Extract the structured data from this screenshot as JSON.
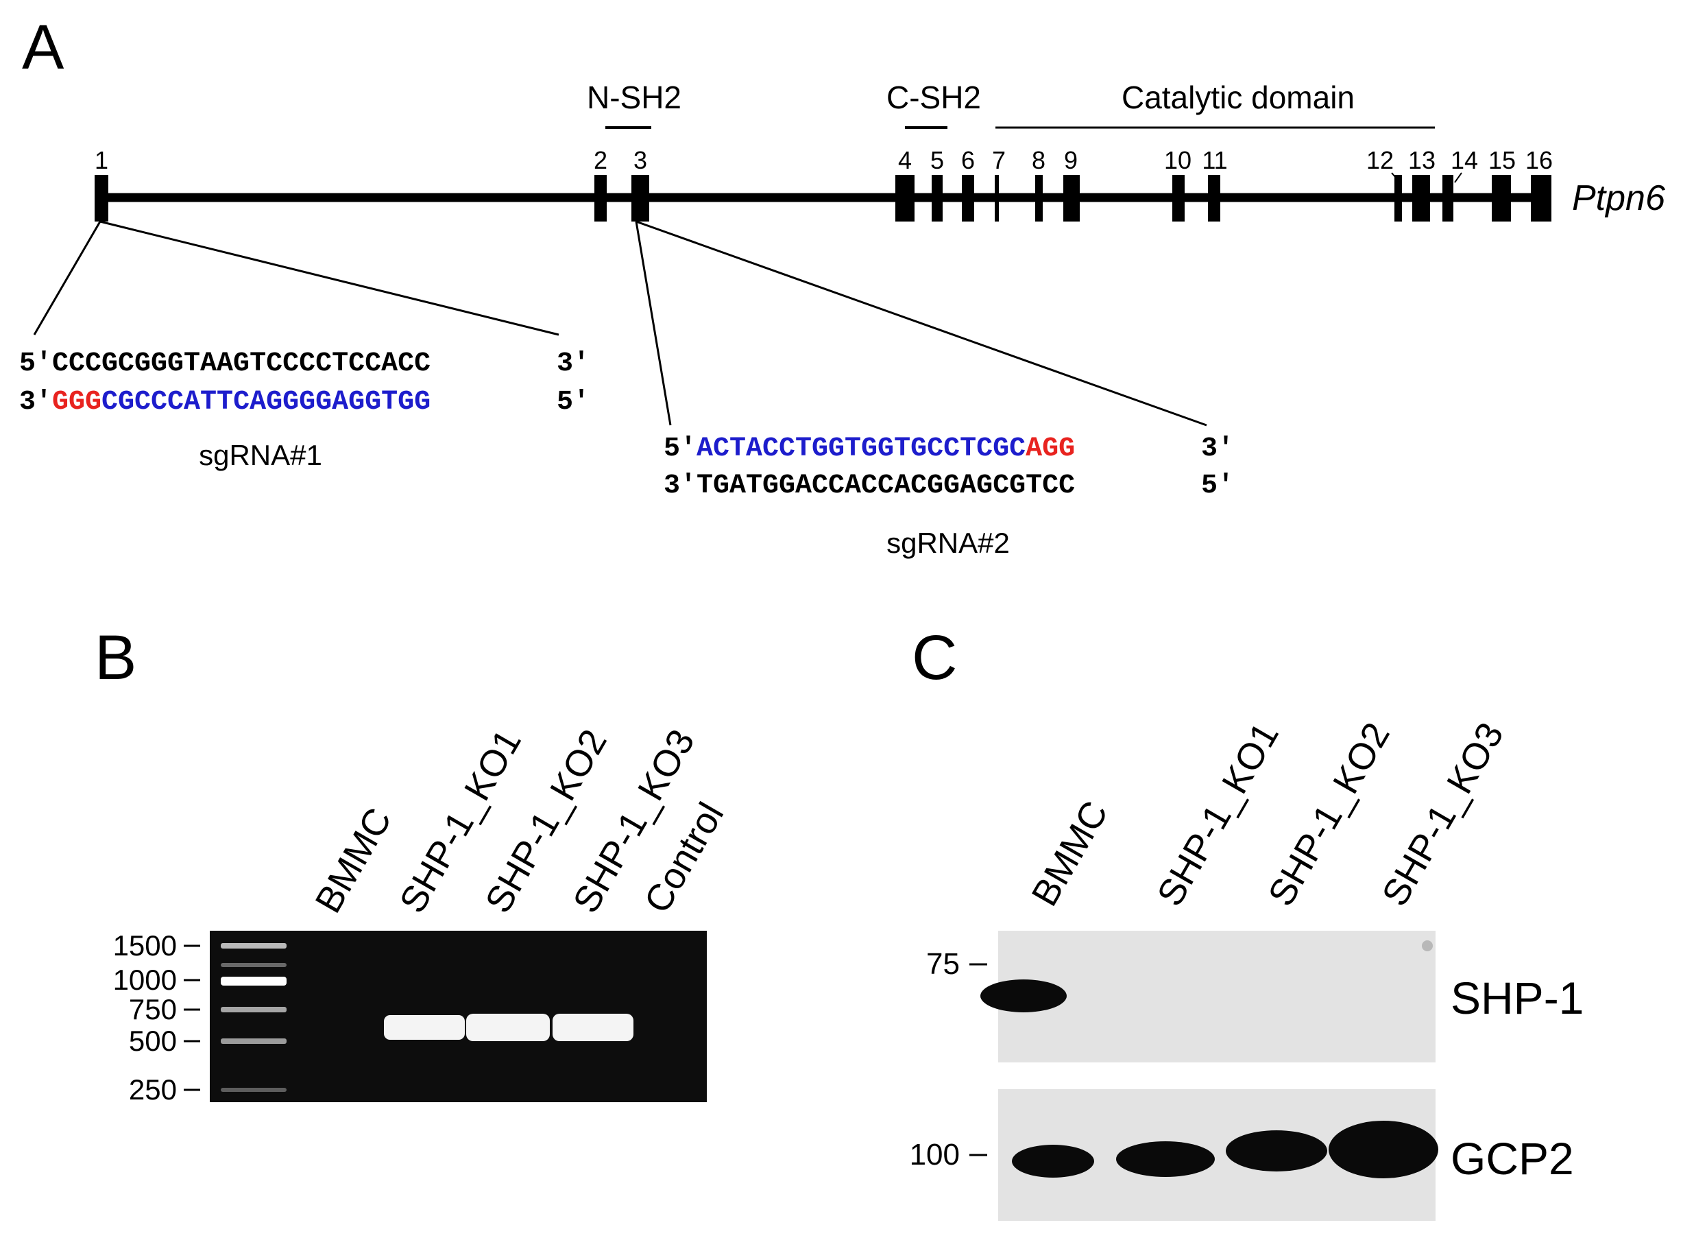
{
  "panel_a": {
    "letter": "A",
    "gene_name": "Ptpn6",
    "domains": [
      {
        "label": "N-SH2"
      },
      {
        "label": "C-SH2"
      },
      {
        "label": "Catalytic domain"
      }
    ],
    "exon_numbers": [
      "1",
      "2",
      "3",
      "4",
      "5",
      "6",
      "7",
      "8",
      "9",
      "10",
      "11",
      "12",
      "13",
      "14",
      "15",
      "16"
    ],
    "sgrna1": {
      "top": {
        "prefix": "5'",
        "seq": "CCCGCGGGTAAGTCCCCTCCACC",
        "suffix": "3'"
      },
      "bottom": {
        "prefix": "3'",
        "pam": "GGG",
        "seq": "CGCCCATTCAGGGGAGGTGG",
        "suffix": "5'"
      },
      "label": "sgRNA#1"
    },
    "sgrna2": {
      "top": {
        "prefix": "5'",
        "seq": "ACTACCTGGTGGTGCCTCGC",
        "pam": "AGG",
        "suffix": "3'"
      },
      "bottom": {
        "prefix": "3'",
        "seq": "TGATGGACCACCACGGAGCGTCC",
        "suffix": "5'"
      },
      "label": "sgRNA#2"
    }
  },
  "panel_b": {
    "letter": "B",
    "lanes": [
      "BMMC",
      "SHP-1_KO1",
      "SHP-1_KO2",
      "SHP-1_KO3",
      "Control"
    ],
    "ladder": [
      "1500",
      "1000",
      "750",
      "500",
      "250"
    ]
  },
  "panel_c": {
    "letter": "C",
    "lanes": [
      "BMMC",
      "SHP-1_KO1",
      "SHP-1_KO2",
      "SHP-1_KO3"
    ],
    "blots": [
      {
        "name": "SHP-1",
        "marker": "75"
      },
      {
        "name": "GCP2",
        "marker": "100"
      }
    ]
  },
  "colors": {
    "pam": "#e8231f",
    "target": "#1d1dcc",
    "gel_background": "#0d0d0d",
    "blot_background": "#e3e3e3"
  }
}
